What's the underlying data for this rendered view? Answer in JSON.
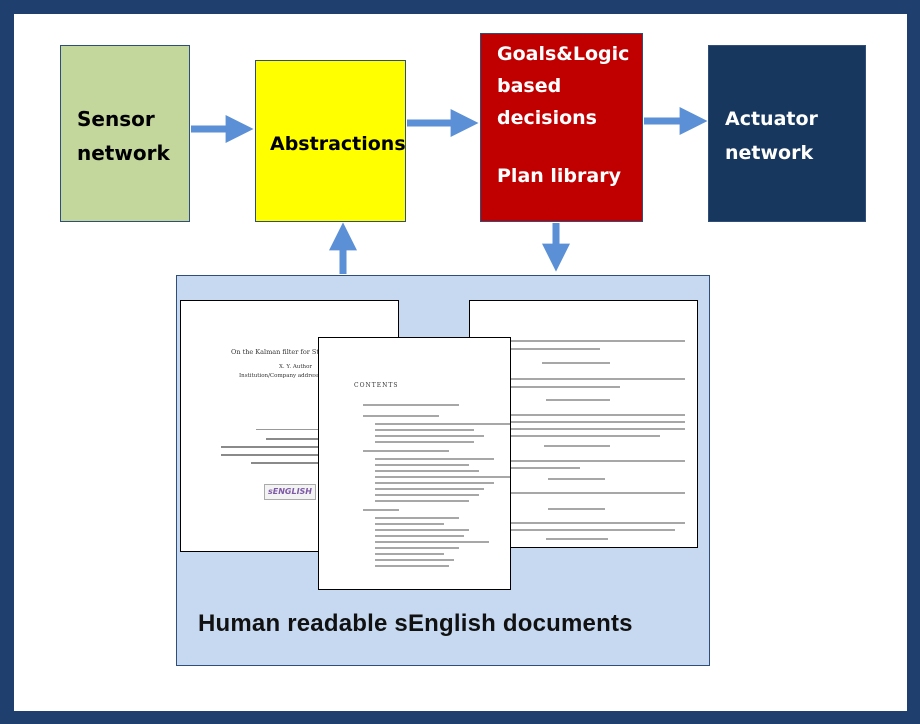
{
  "sensor": {
    "line1": "Sensor",
    "line2": "network",
    "color": "#c3d69b"
  },
  "abstractions": {
    "label": "Abstractions",
    "color": "#ffff00"
  },
  "goals": {
    "line1": "Goals&Logic",
    "line2": "based",
    "line3": "decisions",
    "line4": "Plan library",
    "color": "#c00000"
  },
  "actuator": {
    "line1": "Actuator",
    "line2": "network",
    "color": "#17375e"
  },
  "panel": {
    "caption": "Human readable sEnglish documents",
    "color": "#c6d9f1"
  },
  "doc1": {
    "title": "On the Kalman filter for Students A",
    "author": "X. Y. Author",
    "affiliation": "Institution/Company address, Email: xyauth",
    "logo": "sENGLISH"
  },
  "doc2": {
    "heading": "CONTENTS"
  },
  "arrow_color": "#5b8fd6"
}
